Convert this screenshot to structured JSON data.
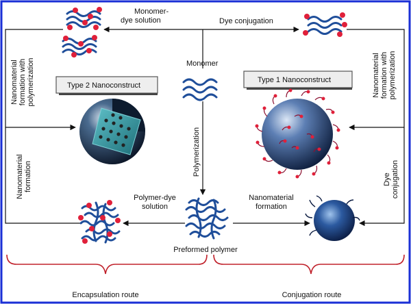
{
  "labels": {
    "monomer_dye_solution": [
      "Monomer-",
      "dye solution"
    ],
    "dye_conjugation_top": "Dye conjugation",
    "monomer": "Monomer",
    "type2": "Type 2 Nanoconstruct",
    "type1": "Type 1 Nanoconstruct",
    "left_upper": [
      "Nanomaterial",
      "formation with",
      "polymerization"
    ],
    "left_lower": [
      "Nanomaterial",
      "formation"
    ],
    "right_upper": [
      "Nanomaterial",
      "formation with",
      "polymerization"
    ],
    "right_lower": [
      "Dye",
      "conjugation"
    ],
    "polymerization": "Polymerization",
    "polymer_dye_solution": [
      "Polymer-dye",
      "solution"
    ],
    "nanomaterial_formation_mid": [
      "Nanomaterial",
      "formation"
    ],
    "preformed_polymer": "Preformed polymer",
    "encapsulation_route": "Encapsulation route",
    "conjugation_route": "Conjugation route"
  },
  "colors": {
    "frame": "#1a2fd6",
    "brace": "#c0202a",
    "strand": "#1f4e9a",
    "dye": "#e0203a",
    "sphere": "#1c3a6a"
  }
}
